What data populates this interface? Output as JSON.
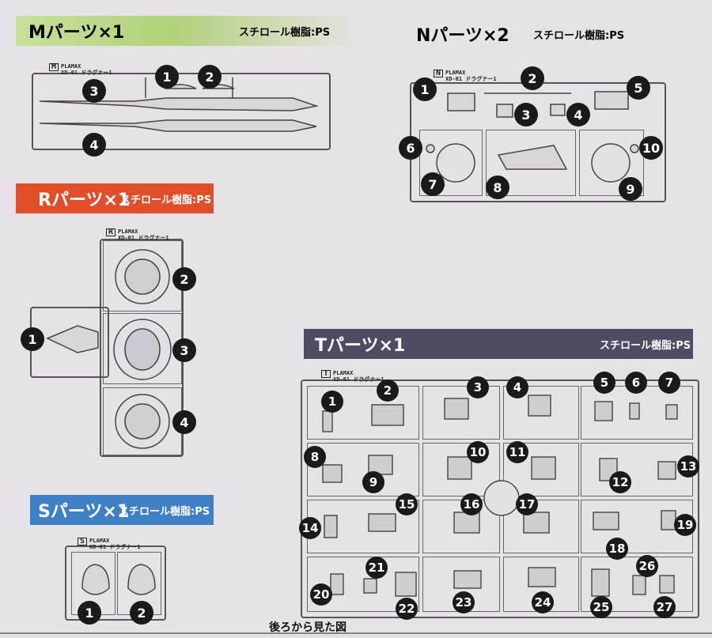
{
  "footer": "後ろから見た図",
  "sections": {
    "M": {
      "title": "Mパーツ×1",
      "material": "スチロール樹脂:PS",
      "color": "#a6cc6a",
      "tag_line1": "PLAMAX",
      "tag_line2": "XD-01 ドラグナー1",
      "letter": "M",
      "callouts": [
        "1",
        "2",
        "3",
        "4"
      ]
    },
    "N": {
      "title": "Nパーツ×2",
      "material": "スチロール樹脂:PS",
      "tag_line1": "PLAMAX",
      "tag_line2": "XD-01 ドラグナー1",
      "letter": "N",
      "callouts": [
        "1",
        "2",
        "3",
        "4",
        "5",
        "6",
        "7",
        "8",
        "9",
        "10"
      ]
    },
    "R": {
      "title": "Rパーツ×1",
      "material": "スチロール樹脂:PS",
      "color": "#e04e2a",
      "tag_line1": "PLAMAX",
      "tag_line2": "XD-01 ドラグナー1",
      "letter": "R",
      "callouts": [
        "1",
        "2",
        "3",
        "4"
      ]
    },
    "S": {
      "title": "Sパーツ×1",
      "material": "スチロール樹脂:PS",
      "color": "#3f7fc6",
      "tag_line1": "PLAMAX",
      "tag_line2": "XD-01 ドラグナー1",
      "letter": "S",
      "callouts": [
        "1",
        "2"
      ]
    },
    "T": {
      "title": "Tパーツ×1",
      "material": "スチロール樹脂:PS",
      "color": "#4e4b63",
      "tag_line1": "PLAMAX",
      "tag_line2": "XD-01 ドラグナー1",
      "letter": "T",
      "callouts": [
        "1",
        "2",
        "3",
        "4",
        "5",
        "6",
        "7",
        "8",
        "9",
        "10",
        "11",
        "12",
        "13",
        "14",
        "15",
        "16",
        "17",
        "18",
        "19",
        "20",
        "21",
        "22",
        "23",
        "24",
        "25",
        "26",
        "27"
      ]
    }
  }
}
